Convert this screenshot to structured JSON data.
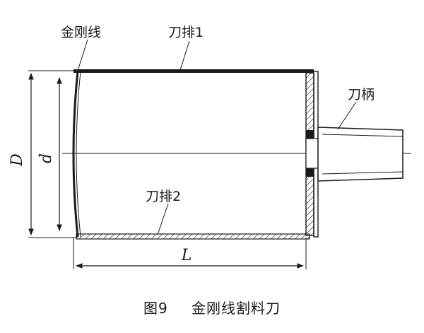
{
  "labels": {
    "diamond_wire": "金刚线",
    "blade_row_1": "刀排1",
    "blade_row_2": "刀排2",
    "handle": "刀柄",
    "dim_D": "D",
    "dim_d": "d",
    "dim_L": "L"
  },
  "caption": {
    "figure_number": "图9",
    "title": "金刚线割料刀"
  }
}
